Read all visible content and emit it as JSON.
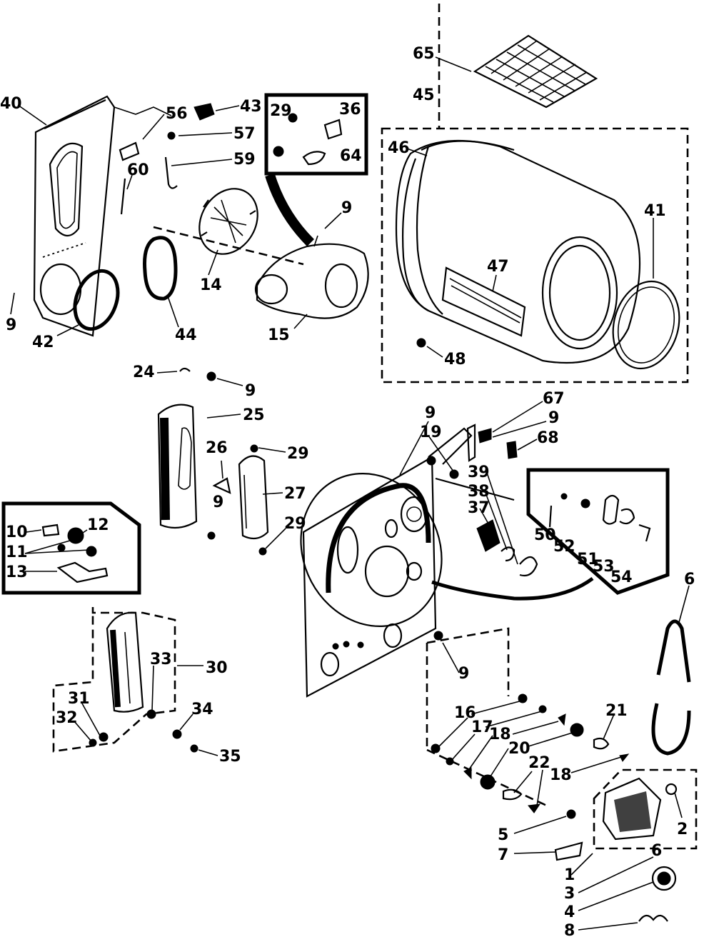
{
  "diagram": {
    "callouts": [
      {
        "id": "c1",
        "text": "40"
      },
      {
        "id": "c2",
        "text": "56"
      },
      {
        "id": "c3",
        "text": "43"
      },
      {
        "id": "c4",
        "text": "57"
      },
      {
        "id": "c5",
        "text": "59"
      },
      {
        "id": "c6",
        "text": "60"
      },
      {
        "id": "c7",
        "text": "29"
      },
      {
        "id": "c8",
        "text": "36"
      },
      {
        "id": "c9",
        "text": "64"
      },
      {
        "id": "c10",
        "text": "9"
      },
      {
        "id": "c11",
        "text": "14"
      },
      {
        "id": "c12",
        "text": "15"
      },
      {
        "id": "c13",
        "text": "44"
      },
      {
        "id": "c14",
        "text": "42"
      },
      {
        "id": "c15",
        "text": "9"
      },
      {
        "id": "c16",
        "text": "65"
      },
      {
        "id": "c17",
        "text": "45"
      },
      {
        "id": "c18",
        "text": "46"
      },
      {
        "id": "c19",
        "text": "41"
      },
      {
        "id": "c20",
        "text": "47"
      },
      {
        "id": "c21",
        "text": "48"
      },
      {
        "id": "c22",
        "text": "24"
      },
      {
        "id": "c23",
        "text": "9"
      },
      {
        "id": "c24",
        "text": "25"
      },
      {
        "id": "c25",
        "text": "26"
      },
      {
        "id": "c26",
        "text": "29"
      },
      {
        "id": "c27",
        "text": "27"
      },
      {
        "id": "c28",
        "text": "9"
      },
      {
        "id": "c29",
        "text": "29"
      },
      {
        "id": "c30",
        "text": "10"
      },
      {
        "id": "c31",
        "text": "12"
      },
      {
        "id": "c32",
        "text": "11"
      },
      {
        "id": "c33",
        "text": "13"
      },
      {
        "id": "c34",
        "text": "33"
      },
      {
        "id": "c35",
        "text": "30"
      },
      {
        "id": "c36",
        "text": "31"
      },
      {
        "id": "c37",
        "text": "32"
      },
      {
        "id": "c38",
        "text": "34"
      },
      {
        "id": "c39",
        "text": "35"
      },
      {
        "id": "c40",
        "text": "9"
      },
      {
        "id": "c41",
        "text": "19"
      },
      {
        "id": "c42",
        "text": "67"
      },
      {
        "id": "c43",
        "text": "9"
      },
      {
        "id": "c44",
        "text": "68"
      },
      {
        "id": "c45",
        "text": "39"
      },
      {
        "id": "c46",
        "text": "38"
      },
      {
        "id": "c47",
        "text": "37"
      },
      {
        "id": "c48",
        "text": "50"
      },
      {
        "id": "c49",
        "text": "52"
      },
      {
        "id": "c50",
        "text": "51"
      },
      {
        "id": "c51",
        "text": "53"
      },
      {
        "id": "c52",
        "text": "54"
      },
      {
        "id": "c53",
        "text": "6"
      },
      {
        "id": "c54",
        "text": "9"
      },
      {
        "id": "c55",
        "text": "16"
      },
      {
        "id": "c56",
        "text": "17"
      },
      {
        "id": "c57",
        "text": "18"
      },
      {
        "id": "c58",
        "text": "20"
      },
      {
        "id": "c59",
        "text": "21"
      },
      {
        "id": "c60",
        "text": "22"
      },
      {
        "id": "c61",
        "text": "18"
      },
      {
        "id": "c62",
        "text": "2"
      },
      {
        "id": "c63",
        "text": "5"
      },
      {
        "id": "c64",
        "text": "7"
      },
      {
        "id": "c65",
        "text": "1"
      },
      {
        "id": "c66",
        "text": "3"
      },
      {
        "id": "c67",
        "text": "4"
      },
      {
        "id": "c68",
        "text": "8"
      },
      {
        "id": "c69",
        "text": "6"
      }
    ]
  }
}
